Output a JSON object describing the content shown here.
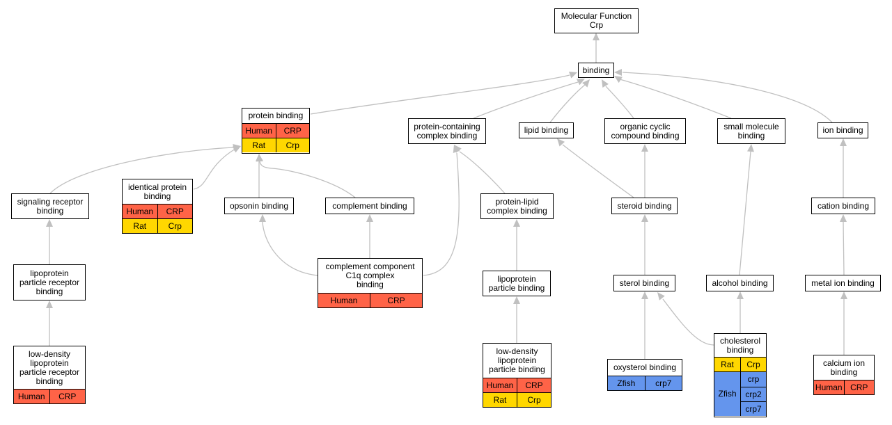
{
  "nodes": {
    "mf": {
      "title": "Molecular Function\nCrp"
    },
    "binding": {
      "title": "binding"
    },
    "protein_binding": {
      "title": "protein binding",
      "rows": [
        [
          "Human",
          "CRP"
        ],
        [
          "Rat",
          "Crp"
        ]
      ]
    },
    "protein_complex": {
      "title": "protein-containing\ncomplex binding"
    },
    "lipid_binding": {
      "title": "lipid binding"
    },
    "organic_cyclic": {
      "title": "organic cyclic\ncompound binding"
    },
    "small_molecule": {
      "title": "small molecule\nbinding"
    },
    "ion_binding": {
      "title": "ion binding"
    },
    "signaling_receptor": {
      "title": "signaling receptor\nbinding"
    },
    "identical_protein": {
      "title": "identical protein\nbinding",
      "rows": [
        [
          "Human",
          "CRP"
        ],
        [
          "Rat",
          "Crp"
        ]
      ]
    },
    "opsonin": {
      "title": "opsonin binding"
    },
    "complement": {
      "title": "complement binding"
    },
    "protein_lipid": {
      "title": "protein-lipid\ncomplex binding"
    },
    "steroid": {
      "title": "steroid binding"
    },
    "cation": {
      "title": "cation binding"
    },
    "lipoprotein_receptor": {
      "title": "lipoprotein\nparticle receptor\nbinding"
    },
    "c1q": {
      "title": "complement component\nC1q complex\nbinding",
      "rows": [
        [
          "Human",
          "CRP"
        ]
      ]
    },
    "lipoprotein_particle": {
      "title": "lipoprotein\nparticle binding"
    },
    "sterol": {
      "title": "sterol binding"
    },
    "alcohol": {
      "title": "alcohol binding"
    },
    "metal_ion": {
      "title": "metal ion binding"
    },
    "ldl_receptor": {
      "title": "low-density\nlipoprotein\nparticle receptor\nbinding",
      "rows": [
        [
          "Human",
          "CRP"
        ]
      ]
    },
    "ldl_particle": {
      "title": "low-density\nlipoprotein\nparticle binding",
      "rows": [
        [
          "Human",
          "CRP"
        ],
        [
          "Rat",
          "Crp"
        ]
      ]
    },
    "oxysterol": {
      "title": "oxysterol binding",
      "rows": [
        [
          "Zfish",
          "crp7"
        ]
      ]
    },
    "cholesterol": {
      "title": "cholesterol\nbinding",
      "rows": [
        [
          "Rat",
          "Crp"
        ]
      ],
      "zfish": {
        "species": "Zfish",
        "genes": [
          "crp",
          "crp2",
          "crp7"
        ]
      }
    },
    "calcium_ion": {
      "title": "calcium ion\nbinding",
      "rows": [
        [
          "Human",
          "CRP"
        ]
      ]
    }
  },
  "colors": {
    "Human": "#ff6347",
    "Rat": "#ffd700",
    "Zfish": "#6495ed",
    "edge": "#c0c0c0"
  }
}
